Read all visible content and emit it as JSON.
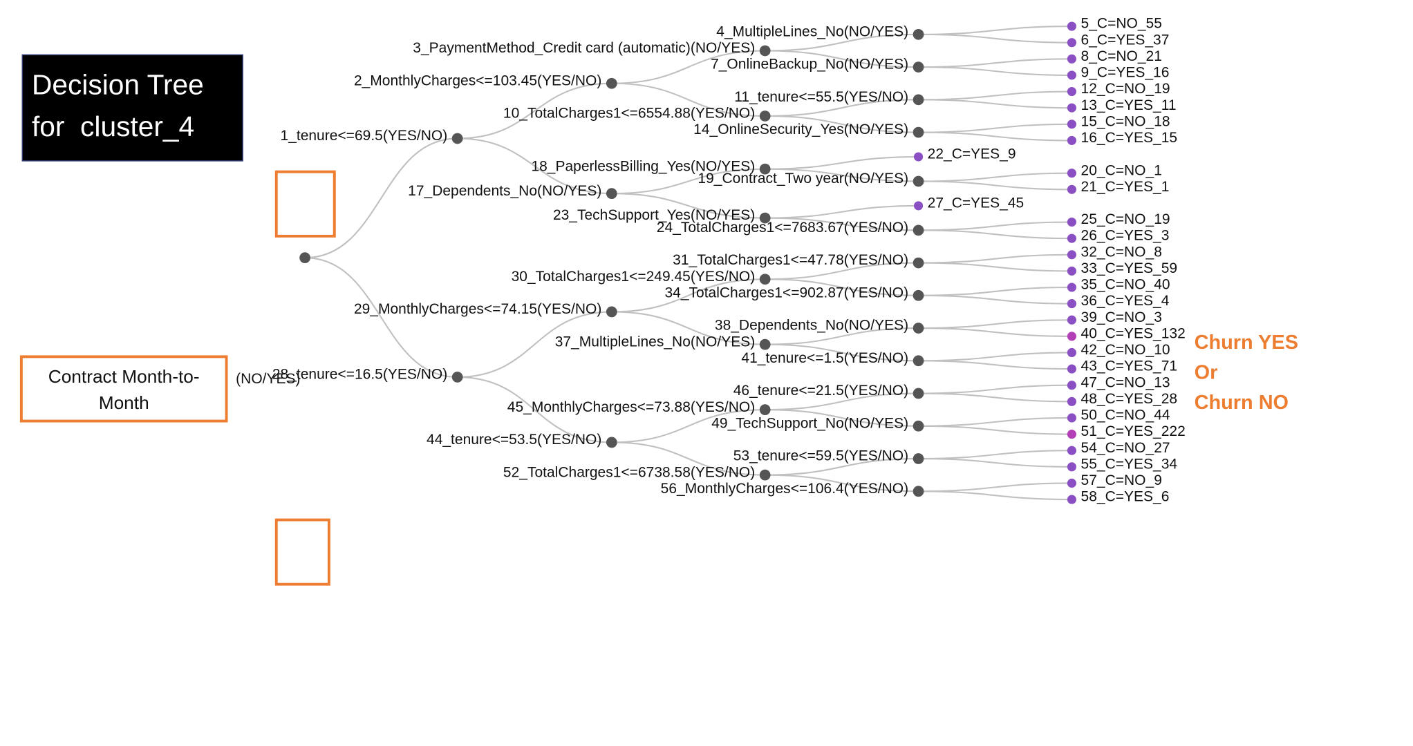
{
  "title": {
    "line1": "Decision Tree",
    "line2": "for  cluster_4"
  },
  "root": {
    "label_line1": "Contract Month-to-",
    "label_line2": "Month",
    "suffix": "(NO/YES)"
  },
  "legend_note": {
    "line1": "Churn YES",
    "line2": "Or",
    "line3": "Churn NO"
  },
  "colors": {
    "edge": "#c0c0c0",
    "internal_node": "#555555",
    "leaf_node": "#8a4fc2",
    "leaf_node_large": "#b33fb7",
    "highlight": "#ed7d31",
    "title_bg": "#000000"
  },
  "tree": {
    "name": "root",
    "children": [
      {
        "name": "1_tenure<=69.5(YES/NO)",
        "children": [
          {
            "name": "2_MonthlyCharges<=103.45(YES/NO)",
            "children": [
              {
                "name": "3_PaymentMethod_Credit card (automatic)(NO/YES)",
                "children": [
                  {
                    "name": "4_MultipleLines_No(NO/YES)",
                    "children": [
                      {
                        "name": "5_C=NO_55",
                        "leaf": true
                      },
                      {
                        "name": "6_C=YES_37",
                        "leaf": true
                      }
                    ]
                  },
                  {
                    "name": "7_OnlineBackup_No(NO/YES)",
                    "children": [
                      {
                        "name": "8_C=NO_21",
                        "leaf": true
                      },
                      {
                        "name": "9_C=YES_16",
                        "leaf": true
                      }
                    ]
                  }
                ]
              },
              {
                "name": "10_TotalCharges1<=6554.88(YES/NO)",
                "children": [
                  {
                    "name": "11_tenure<=55.5(YES/NO)",
                    "children": [
                      {
                        "name": "12_C=NO_19",
                        "leaf": true
                      },
                      {
                        "name": "13_C=YES_11",
                        "leaf": true
                      }
                    ]
                  },
                  {
                    "name": "14_OnlineSecurity_Yes(NO/YES)",
                    "children": [
                      {
                        "name": "15_C=NO_18",
                        "leaf": true
                      },
                      {
                        "name": "16_C=YES_15",
                        "leaf": true
                      }
                    ]
                  }
                ]
              }
            ]
          },
          {
            "name": "17_Dependents_No(NO/YES)",
            "children": [
              {
                "name": "18_PaperlessBilling_Yes(NO/YES)",
                "children": [
                  {
                    "name": "22_C=YES_9",
                    "leaf": true
                  },
                  {
                    "name": "19_Contract_Two year(NO/YES)",
                    "children": [
                      {
                        "name": "20_C=NO_1",
                        "leaf": true
                      },
                      {
                        "name": "21_C=YES_1",
                        "leaf": true
                      }
                    ]
                  }
                ]
              },
              {
                "name": "23_TechSupport_Yes(NO/YES)",
                "children": [
                  {
                    "name": "27_C=YES_45",
                    "leaf": true
                  },
                  {
                    "name": "24_TotalCharges1<=7683.67(YES/NO)",
                    "children": [
                      {
                        "name": "25_C=NO_19",
                        "leaf": true
                      },
                      {
                        "name": "26_C=YES_3",
                        "leaf": true
                      }
                    ]
                  }
                ]
              }
            ]
          }
        ]
      },
      {
        "name": "28_tenure<=16.5(YES/NO)",
        "children": [
          {
            "name": "29_MonthlyCharges<=74.15(YES/NO)",
            "children": [
              {
                "name": "30_TotalCharges1<=249.45(YES/NO)",
                "children": [
                  {
                    "name": "31_TotalCharges1<=47.78(YES/NO)",
                    "children": [
                      {
                        "name": "32_C=NO_8",
                        "leaf": true
                      },
                      {
                        "name": "33_C=YES_59",
                        "leaf": true
                      }
                    ]
                  },
                  {
                    "name": "34_TotalCharges1<=902.87(YES/NO)",
                    "children": [
                      {
                        "name": "35_C=NO_40",
                        "leaf": true
                      },
                      {
                        "name": "36_C=YES_4",
                        "leaf": true
                      }
                    ]
                  }
                ]
              },
              {
                "name": "37_MultipleLines_No(NO/YES)",
                "children": [
                  {
                    "name": "38_Dependents_No(NO/YES)",
                    "children": [
                      {
                        "name": "39_C=NO_3",
                        "leaf": true
                      },
                      {
                        "name": "40_C=YES_132",
                        "leaf": true,
                        "large": true
                      }
                    ]
                  },
                  {
                    "name": "41_tenure<=1.5(YES/NO)",
                    "children": [
                      {
                        "name": "42_C=NO_10",
                        "leaf": true
                      },
                      {
                        "name": "43_C=YES_71",
                        "leaf": true
                      }
                    ]
                  }
                ]
              }
            ]
          },
          {
            "name": "44_tenure<=53.5(YES/NO)",
            "children": [
              {
                "name": "45_MonthlyCharges<=73.88(YES/NO)",
                "children": [
                  {
                    "name": "46_tenure<=21.5(YES/NO)",
                    "children": [
                      {
                        "name": "47_C=NO_13",
                        "leaf": true
                      },
                      {
                        "name": "48_C=YES_28",
                        "leaf": true
                      }
                    ]
                  },
                  {
                    "name": "49_TechSupport_No(NO/YES)",
                    "children": [
                      {
                        "name": "50_C=NO_44",
                        "leaf": true
                      },
                      {
                        "name": "51_C=YES_222",
                        "leaf": true,
                        "large": true
                      }
                    ]
                  }
                ]
              },
              {
                "name": "52_TotalCharges1<=6738.58(YES/NO)",
                "children": [
                  {
                    "name": "53_tenure<=59.5(YES/NO)",
                    "children": [
                      {
                        "name": "54_C=NO_27",
                        "leaf": true
                      },
                      {
                        "name": "55_C=YES_34",
                        "leaf": true
                      }
                    ]
                  },
                  {
                    "name": "56_MonthlyCharges<=106.4(YES/NO)",
                    "children": [
                      {
                        "name": "57_C=NO_9",
                        "leaf": true
                      },
                      {
                        "name": "58_C=YES_6",
                        "leaf": true
                      }
                    ]
                  }
                ]
              }
            ]
          }
        ]
      }
    ]
  }
}
